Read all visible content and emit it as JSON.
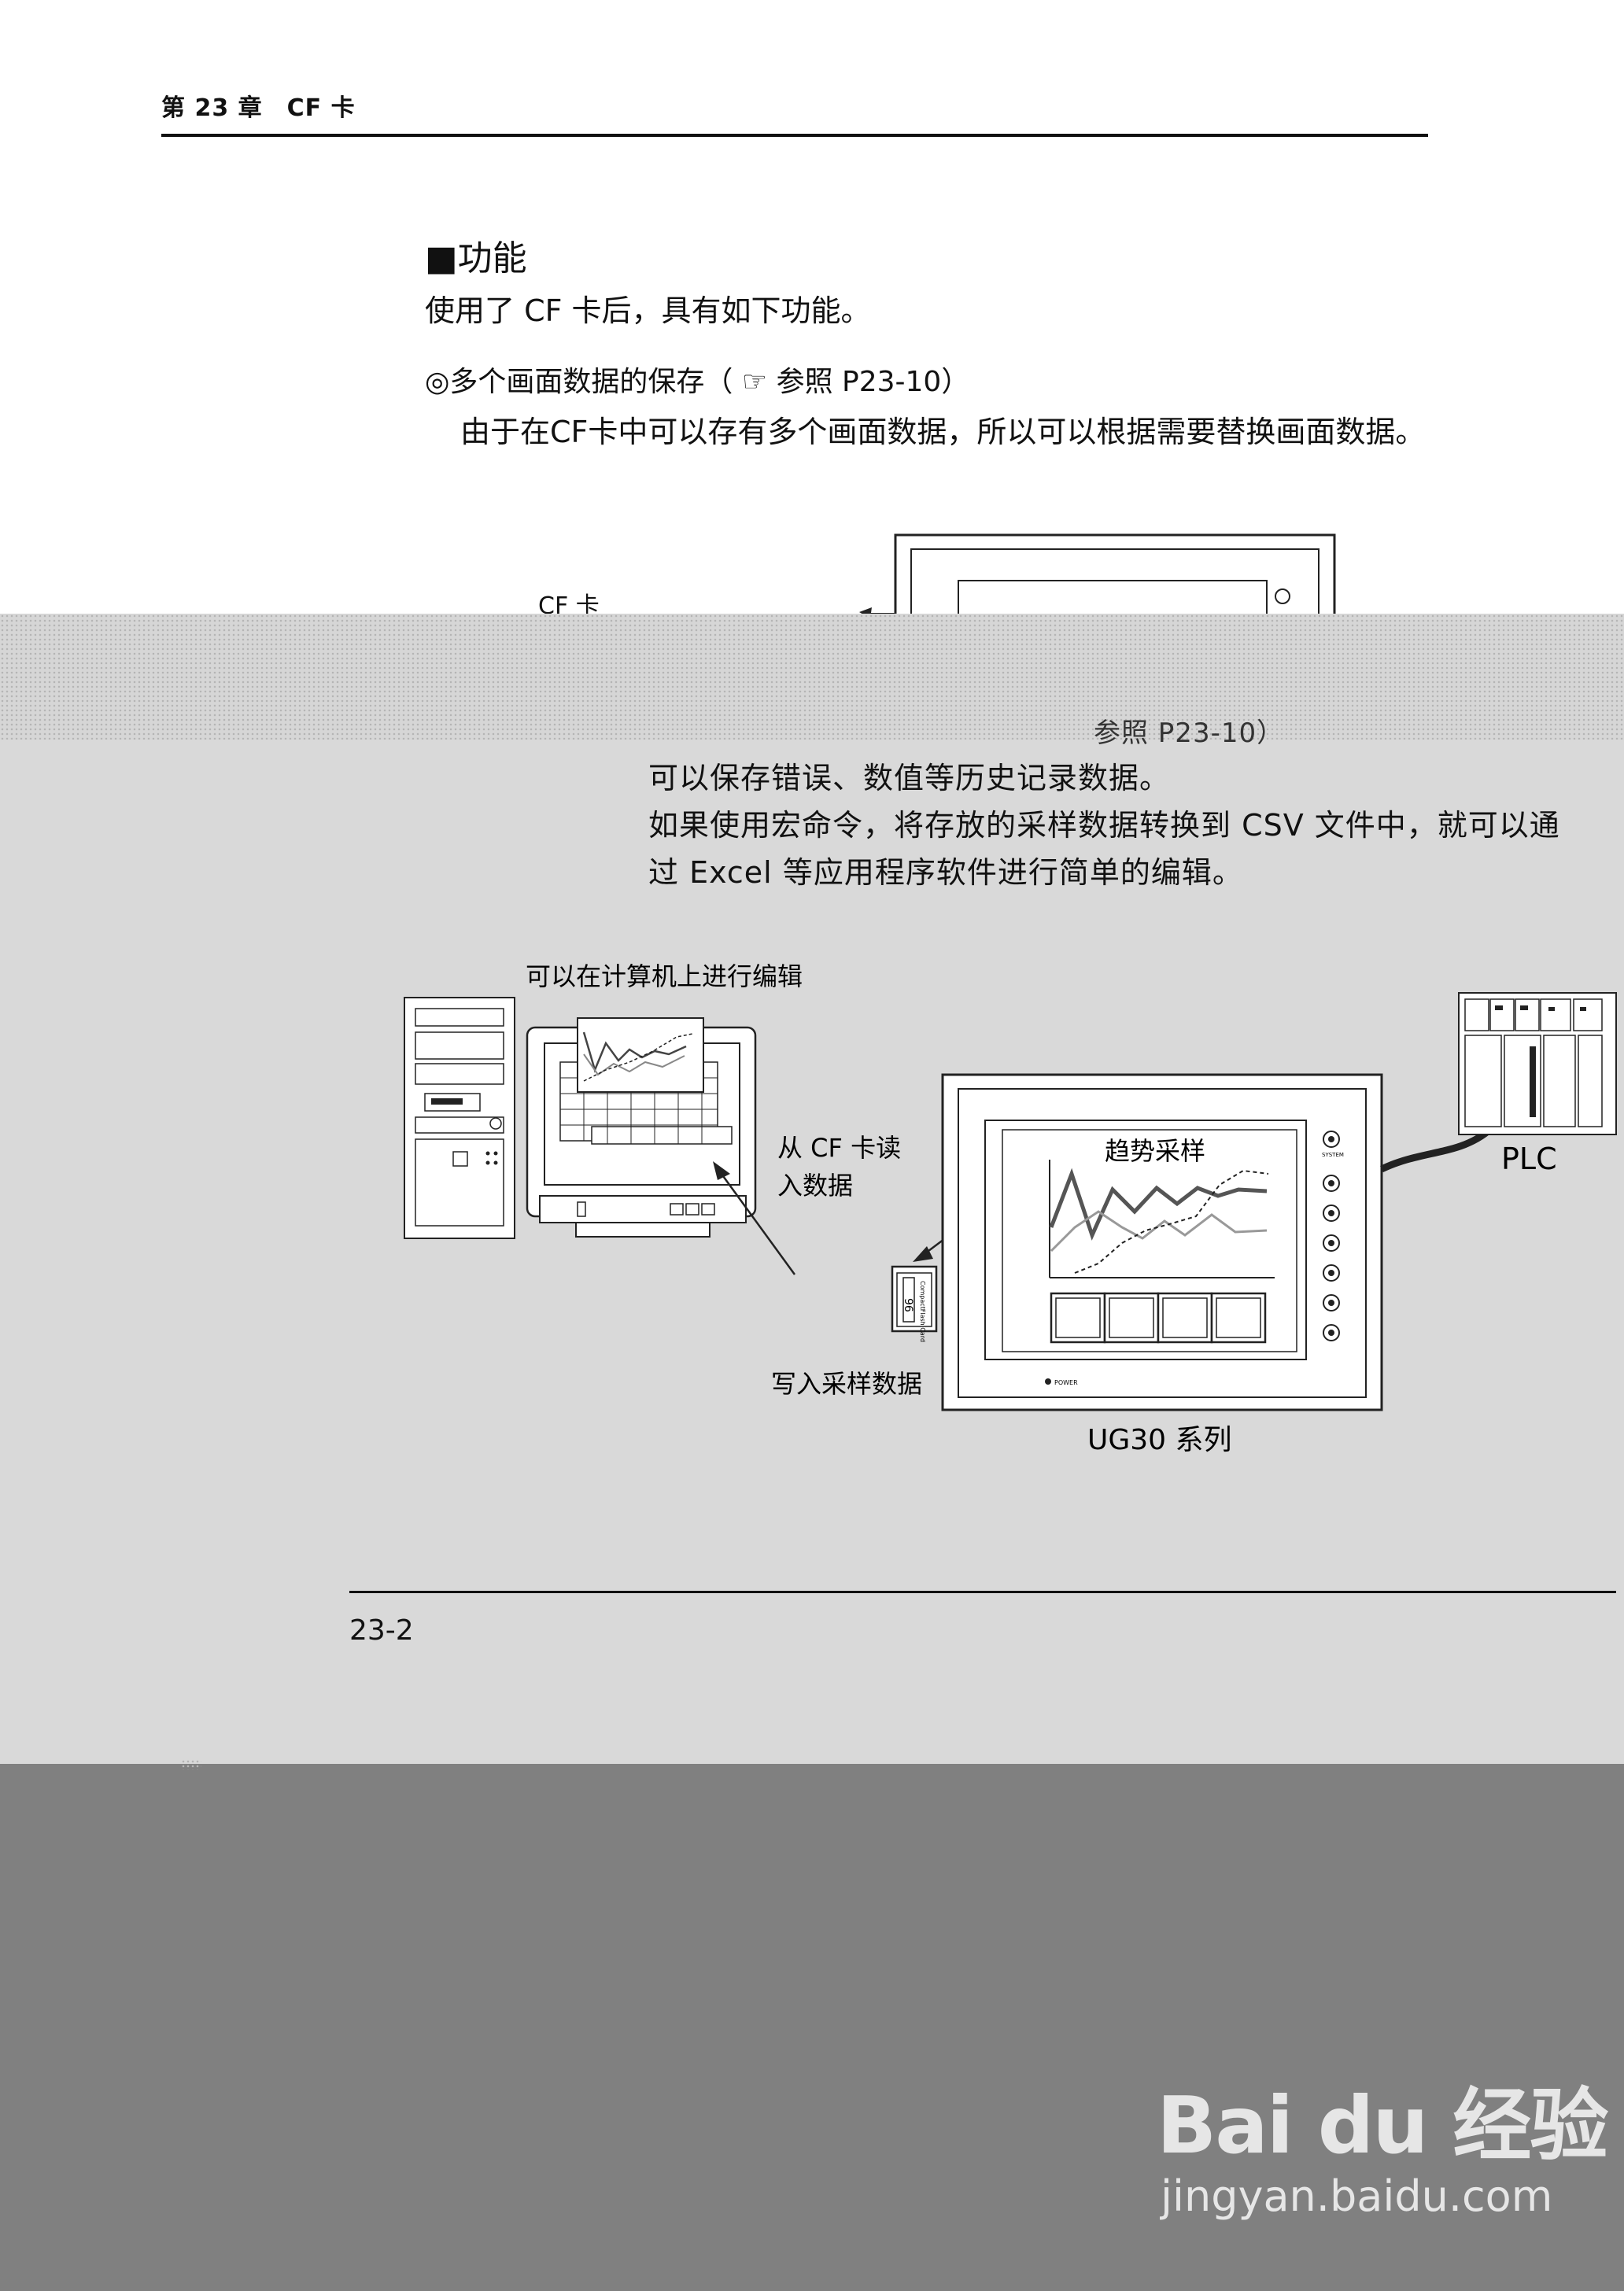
{
  "header": {
    "chapter": "第 23 章　CF 卡"
  },
  "section": {
    "title": "■功能",
    "intro": "使用了 CF 卡后，具有如下功能。",
    "item1": {
      "label": "◎多个画面数据的保存（ ☞ 参照 P23-10）",
      "description": "由于在CF卡中可以存有多个画面数据，所以可以根据需要替换画面数据。"
    },
    "cf_label_top": "CF 卡",
    "item2_partial": "参照 P23-10）",
    "paragraphs": [
      "可以保存错误、数值等历史记录数据。",
      "如果使用宏命令，将存放的采样数据转换到 CSV 文件中，就可以通",
      "过 Excel 等应用程序软件进行简单的编辑。"
    ]
  },
  "diagram": {
    "edit_label": "可以在计算机上进行编辑",
    "read_label_1": "从 CF 卡读",
    "read_label_2": "入数据",
    "trend_label": "趋势采样",
    "write_label": "写入采样数据",
    "device_label": "UG30 系列",
    "plc_label": "PLC",
    "card_text": "96",
    "card_brand": "CompactFlash Card",
    "system_label": "SYSTEM",
    "power_label": "POWER"
  },
  "footer": {
    "page": "23-2"
  },
  "watermark": {
    "logo": "Bai du 经验",
    "url": "jingyan.baidu.com"
  }
}
